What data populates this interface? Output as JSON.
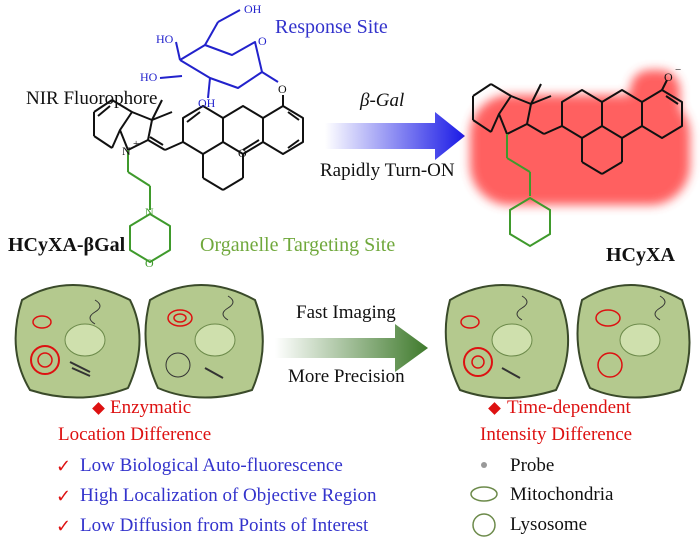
{
  "top": {
    "response_site": "Response Site",
    "nir_fluorophore": "NIR Fluorophore",
    "organelle_site": "Organelle Targeting Site",
    "probe_name": "HCyXA-βGal",
    "product_name": "HCyXA",
    "reaction_enzyme": "β-Gal",
    "reaction_desc": "Rapidly Turn-ON",
    "labels_sugar": {
      "oh1": "OH",
      "ho1": "HO",
      "ho2": "HO",
      "oh2": "OH",
      "o_ring": "O",
      "o_link": "O"
    },
    "labels_dye": {
      "n_plus": "N",
      "plus": "+",
      "n_morph": "N",
      "o_morph": "O",
      "o_xan": "O",
      "o_minus": "O",
      "minus": "−"
    }
  },
  "middle": {
    "arrow_top": "Fast Imaging",
    "arrow_bottom": "More Precision"
  },
  "bottom": {
    "left_head_1": "Enzymatic",
    "left_head_2": "Location Difference",
    "right_head_1": "Time-dependent",
    "right_head_2": "Intensity Difference",
    "checks": [
      "Low Biological Auto-fluorescence",
      "High Localization of Objective Region",
      "Low Diffusion from Points of Interest"
    ],
    "legend": [
      "Probe",
      "Mitochondria",
      "Lysosome"
    ]
  },
  "colors": {
    "blue": "#3333cc",
    "green": "#70a83c",
    "red": "#dd1111",
    "cell_fill": "#b4c98e",
    "cell_stroke": "#3a4a2a"
  }
}
